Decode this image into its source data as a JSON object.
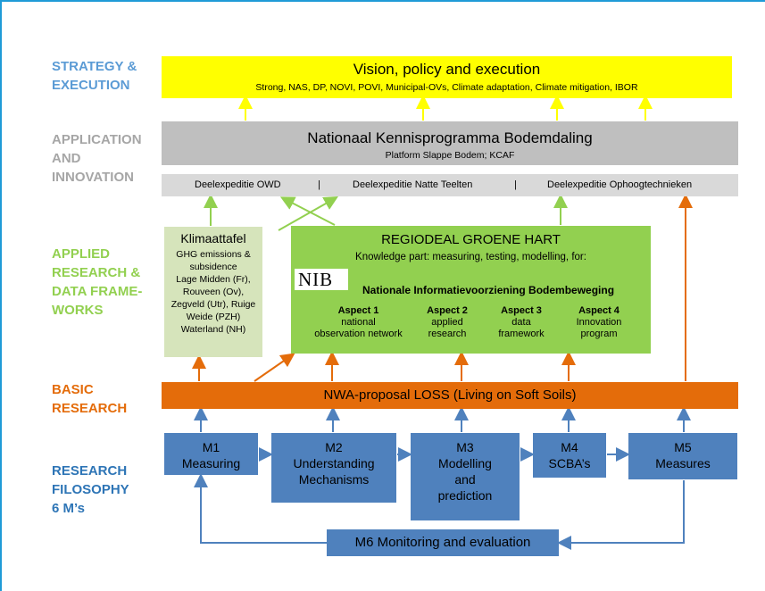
{
  "labels": {
    "strategy": [
      "STRATEGY &",
      "EXECUTION"
    ],
    "application": [
      "APPLICATION",
      "AND",
      "INNOVATION"
    ],
    "applied": [
      "APPLIED",
      "RESEARCH &",
      "DATA FRAME-",
      "WORKS"
    ],
    "basic": [
      "BASIC",
      "RESEARCH"
    ],
    "research": [
      "RESEARCH",
      "FILOSOPHY",
      "6 M’s"
    ]
  },
  "vision": {
    "title": "Vision, policy and execution",
    "subtitle": "Strong, NAS, DP, NOVI, POVI, Municipal-OVs, Climate adaptation, Climate mitigation, IBOR"
  },
  "nkb": {
    "title": "Nationaal Kennisprogramma Bodemdaling",
    "subtitle": "Platform Slappe Bodem; KCAF"
  },
  "expeditions": {
    "items": [
      "Deelexpeditie OWD",
      "Deelexpeditie Natte Teelten",
      "Deelexpeditie Ophoogtechnieken"
    ],
    "separator": "|"
  },
  "klimaat": {
    "title": "Klimaattafel",
    "lines": [
      "GHG emissions &",
      "subsidence",
      "Lage Midden (Fr),",
      "Rouveen (Ov),",
      "Zegveld (Utr), Ruige",
      "Weide (PZH)",
      "Waterland (NH)"
    ]
  },
  "regio": {
    "title": "REGIODEAL GROENE HART",
    "subtitle": "Knowledge part: measuring, testing, modelling, for:",
    "logo": "NIB",
    "nib_title": "Nationale Informatievoorziening Bodembeweging",
    "aspects": [
      {
        "name": "Aspect 1",
        "lines": [
          "national",
          "observation network"
        ]
      },
      {
        "name": "Aspect 2",
        "lines": [
          "applied",
          "research"
        ]
      },
      {
        "name": "Aspect 3",
        "lines": [
          "data",
          "framework"
        ]
      },
      {
        "name": "Aspect 4",
        "lines": [
          "Innovation",
          "program"
        ]
      }
    ]
  },
  "nwa": {
    "title": "NWA-proposal LOSS (Living on Soft Soils)"
  },
  "m_boxes": {
    "m1": [
      "M1",
      "Measuring"
    ],
    "m2": [
      "M2",
      "Understanding",
      "Mechanisms"
    ],
    "m3": [
      "M3",
      "Modelling",
      "and",
      "prediction"
    ],
    "m4": [
      "M4",
      "SCBA’s"
    ],
    "m5": [
      "M5",
      "Measures"
    ],
    "m6": "M6 Monitoring and evaluation"
  },
  "colors": {
    "frame": "#1f9bd7",
    "strategy": "#5b9bd5",
    "application": "#a6a6a6",
    "applied": "#92d050",
    "basic": "#e46c0a",
    "research": "#2e75b6",
    "vision_box": "#ffff00",
    "nkb_box": "#bfbfbf",
    "exp_bar": "#d9d9d9",
    "klimaat_box": "#d6e4bb",
    "regio_box": "#92d050",
    "nwa_box": "#e46c0a",
    "m_box": "#4f81bd",
    "arrow_yellow": "#ffff00",
    "arrow_green": "#92d050",
    "arrow_orange": "#e46c0a",
    "arrow_blue": "#4f81bd"
  }
}
